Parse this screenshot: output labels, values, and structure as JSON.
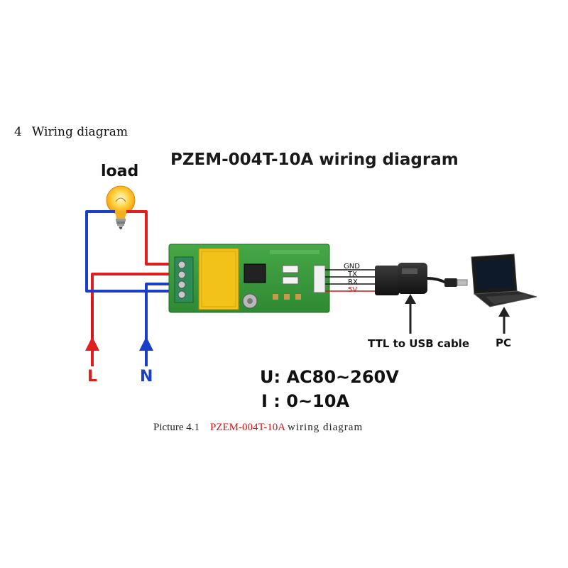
{
  "section": {
    "number": "4",
    "heading": "Wiring diagram"
  },
  "diagram": {
    "title": "PZEM-004T-10A wiring diagram",
    "load_label": "load",
    "pins": [
      {
        "label": "GND",
        "color": "#111111"
      },
      {
        "label": "TX",
        "color": "#111111"
      },
      {
        "label": "RX",
        "color": "#111111"
      },
      {
        "label": "5V",
        "color": "#d21414"
      }
    ],
    "cable_label": "TTL to USB cable",
    "pc_label": "PC",
    "phase_labels": {
      "live": "L",
      "neutral": "N"
    },
    "specs": {
      "voltage_prefix": "U:",
      "voltage_value": "AC80~260V",
      "current_prefix": "I :",
      "current_value": "0~10A"
    },
    "colors": {
      "live_wire": "#e01e1e",
      "neutral_wire": "#1a3ec8",
      "board": "#3c9a3c",
      "transformer": "#f2c21b"
    }
  },
  "caption": {
    "prefix": "Picture 4.1",
    "model": "PZEM-004T-10A",
    "suffix": "wiring diagram"
  }
}
